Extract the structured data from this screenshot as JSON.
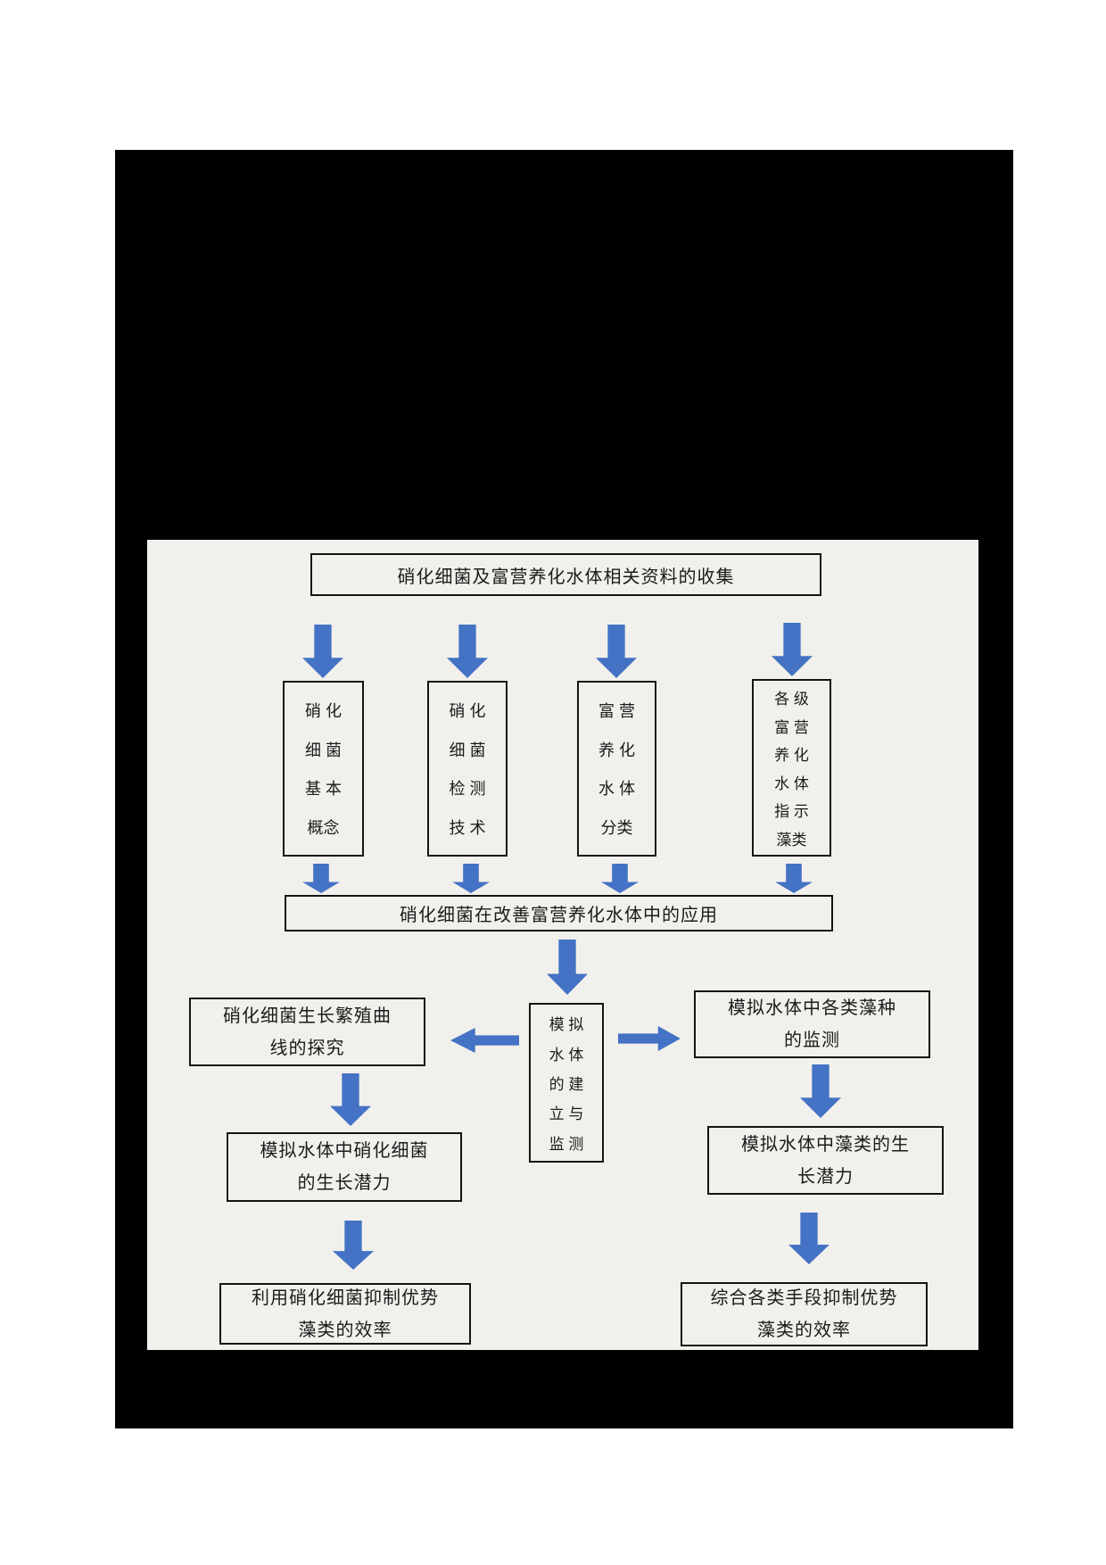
{
  "colors": {
    "arrow": "#4472c4",
    "box_border": "#141414",
    "panel_bg": "#f1f0ec",
    "frame_bg": "#000000"
  },
  "flowchart": {
    "title": "硝化细菌及富营养化水体相关资料的收集",
    "topic_boxes": [
      {
        "rows": [
          "硝 化",
          "细 菌",
          "基 本",
          "概念"
        ]
      },
      {
        "rows": [
          "硝 化",
          "细 菌",
          "检 测",
          "技 术"
        ]
      },
      {
        "rows": [
          "富 营",
          "养 化",
          "水 体",
          "分类"
        ]
      },
      {
        "rows": [
          "各 级",
          "富 营",
          "养 化",
          "水 体",
          "指 示",
          "藻类"
        ]
      }
    ],
    "application_box": "硝化细菌在改善富营养化水体中的应用",
    "center_box_rows": [
      "模 拟",
      "水 体",
      "的 建",
      "立 与",
      "监 测"
    ],
    "left_branch": [
      {
        "line1": "硝化细菌生长繁殖曲",
        "line2": "线的探究"
      },
      {
        "line1": "模拟水体中硝化细菌",
        "line2": "的生长潜力"
      },
      {
        "line1": "利用硝化细菌抑制优势",
        "line2": "藻类的效率"
      }
    ],
    "right_branch": [
      {
        "line1": "模拟水体中各类藻种",
        "line2": "的监测"
      },
      {
        "line1": "模拟水体中藻类的生",
        "line2": "长潜力"
      },
      {
        "line1": "综合各类手段抑制优势",
        "line2": "藻类的效率"
      }
    ]
  }
}
